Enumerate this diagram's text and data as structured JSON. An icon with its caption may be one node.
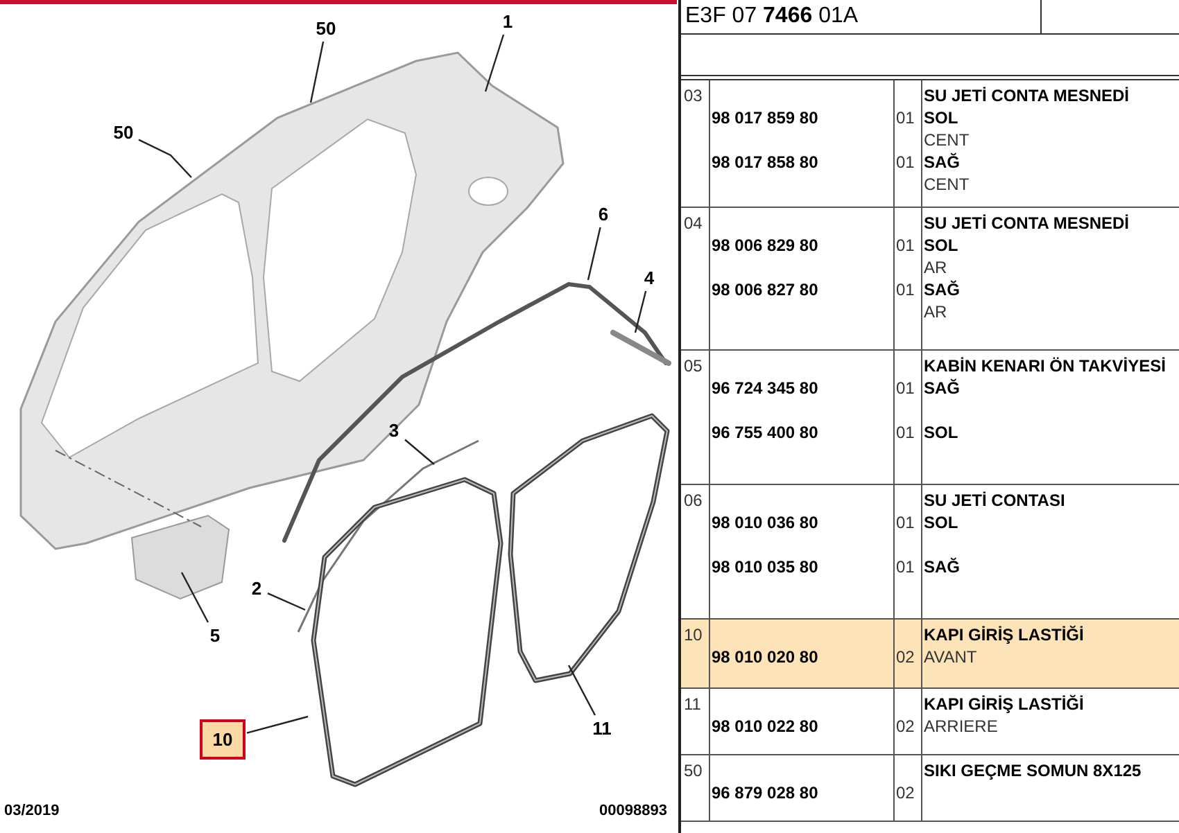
{
  "diagram": {
    "nodes": [
      {
        "text": [
          "1"
        ]
      },
      {
        "text": [
          "50"
        ]
      },
      {
        "text": [
          "50"
        ]
      },
      {
        "text": [
          "6"
        ]
      },
      {
        "text": [
          "4"
        ]
      },
      {
        "text": [
          "3"
        ]
      },
      {
        "text": [
          "2"
        ]
      },
      {
        "text": [
          "5"
        ]
      },
      {
        "text": [
          "10"
        ]
      },
      {
        "text": [
          "11"
        ]
      }
    ],
    "edges": [
      {
        "from": 0,
        "to": null,
        "arrow": "none"
      },
      {
        "from": 1,
        "to": null,
        "arrow": "none"
      },
      {
        "from": 2,
        "to": null,
        "arrow": "none"
      },
      {
        "from": 3,
        "to": null,
        "arrow": "none"
      },
      {
        "from": 4,
        "to": null,
        "arrow": "none"
      },
      {
        "from": 5,
        "to": null,
        "arrow": "none"
      },
      {
        "from": 6,
        "to": null,
        "arrow": "none"
      },
      {
        "from": 7,
        "to": null,
        "arrow": "none"
      },
      {
        "from": 8,
        "to": null,
        "arrow": "none"
      },
      {
        "from": 9,
        "to": null,
        "arrow": "none"
      }
    ],
    "labels": [
      "E3F 07 **7466** 01A",
      "03",
      "SU JETİ CONTA MESNEDİ",
      "98 017 859 80",
      "01",
      "SOL",
      "CENT",
      "98 017 858 80",
      "01",
      "SAĞ",
      "CENT",
      "04",
      "SU JETİ CONTA MESNEDİ",
      "98 006 829 80",
      "01",
      "SOL",
      "AR",
      "98 006 827 80",
      "01",
      "SAĞ",
      "AR",
      "05",
      "KABİN KENARI ÖN TAKVİYESİ",
      "96 724 345 80",
      "01",
      "SAĞ",
      "96 755 400 80",
      "01",
      "SOL",
      "06",
      "SU JETİ CONTASI",
      "98 010 036 80",
      "01",
      "SOL",
      "98 010 035 80",
      "01",
      "SAĞ",
      "10",
      "KAPI GİRİŞ LASTİĞİ",
      "98 010 020 80",
      "02",
      "AVANT",
      "11",
      "KAPI GİRİŞ LASTİĞİ",
      "98 010 022 80",
      "02",
      "ARRIERE",
      "50",
      "SIKI GEÇME SOMUN 8X125",
      "96 879 028 80",
      "02",
      "03/2019",
      "00098893"
    ]
  }
}
